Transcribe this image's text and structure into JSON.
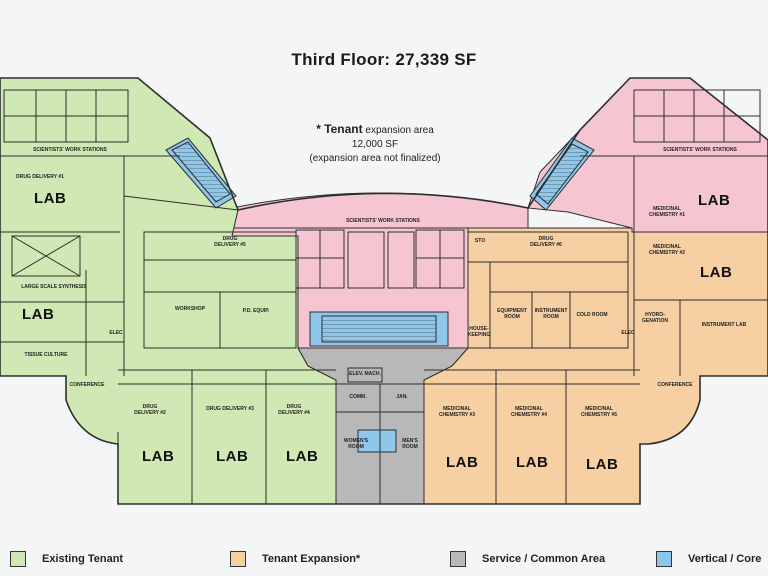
{
  "title": "Third Floor: 27,339 SF",
  "note": {
    "star": "* Tenant",
    "rest": "expansion area",
    "area": "12,000 SF",
    "sub": "(expansion area not finalized)"
  },
  "colors": {
    "existing": "#cfe8b4",
    "expansion": "#f6cfa3",
    "pink": "#f5c6d2",
    "service": "#b8b8b8",
    "vertical": "#8ec7ea",
    "line": "#2e2e2e"
  },
  "labs": [
    "LAB",
    "LAB",
    "LAB",
    "LAB",
    "LAB",
    "LAB",
    "LAB",
    "LAB",
    "LAB",
    "LAB"
  ],
  "rooms": {
    "sws_left": "Scientists' Work Stations",
    "sws_center": "Scientists' Work Stations",
    "sws_right": "Scientists' Work Stations",
    "drug1": "Drug Delivery #1",
    "drug2": "Drug Delivery #2",
    "drug3": "Drug Delivery #3",
    "drug4": "Drug Delivery #4",
    "drug5": "Drug Delivery #5",
    "drug6": "Drug Delivery #6",
    "large_scale": "Large Scale Synthesis",
    "tissue": "Tissue Culture",
    "workshop": "Workshop",
    "pd_equip": "P.D. Equip.",
    "elec_l": "Elec",
    "conf_l": "Conference",
    "conf_r": "Conference",
    "med1": "Medicinal Chemistry #1",
    "med2": "Medicinal Chemistry #2",
    "med3": "Medicinal Chemistry #3",
    "med4": "Medicinal Chemistry #4",
    "med5": "Medicinal Chemistry #5",
    "hydro": "Hydro-genation",
    "instrument_lab": "Instrument Lab",
    "equipment": "Equipment Room",
    "instrument_room": "Instrument Room",
    "cold": "Cold Room",
    "housekeeping": "House-keeping",
    "sto": "STO",
    "elec_r": "Elec",
    "comm": "Comm.",
    "jan": "Jan.",
    "womens": "Women's Room",
    "mens": "Men's Room",
    "elev": "Elev. Mach."
  },
  "legend": [
    {
      "label": "Existing Tenant",
      "color": "#cfe8b4"
    },
    {
      "label": "Tenant Expansion*",
      "color": "#f6cfa3"
    },
    {
      "label": "Service / Common Area",
      "color": "#b8b8b8"
    },
    {
      "label": "Vertical / Core",
      "color": "#8ec7ea"
    }
  ]
}
